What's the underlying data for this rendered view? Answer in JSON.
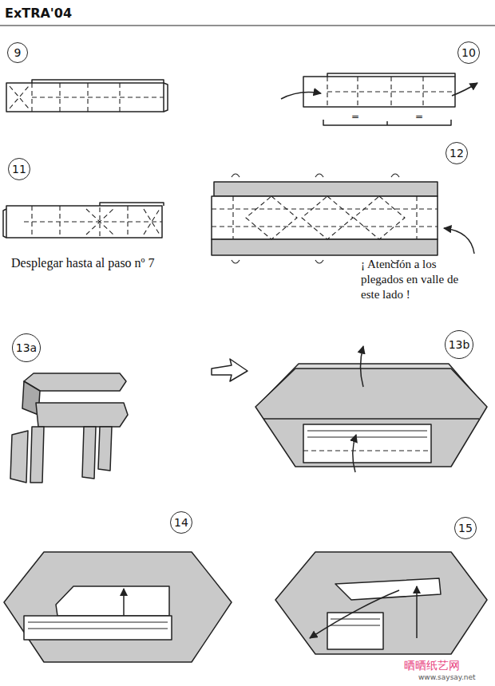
{
  "diagram": {
    "title": "ExTRA'04",
    "nodes": [
      {
        "text": [
          "9"
        ]
      },
      {
        "text": [
          "10"
        ]
      },
      {
        "text": [
          "11"
        ]
      },
      {
        "text": [
          "12"
        ]
      },
      {
        "text": [
          "13a"
        ]
      },
      {
        "text": [
          "13b"
        ]
      },
      {
        "text": [
          "14"
        ]
      },
      {
        "text": [
          "15"
        ]
      }
    ],
    "labels": [
      "Desplegar hasta al paso nº 7",
      "¡ Atención a los plegados en valle de este lado !",
      "=",
      "=",
      "晒晒纸艺网",
      "www.saysay.net"
    ]
  }
}
